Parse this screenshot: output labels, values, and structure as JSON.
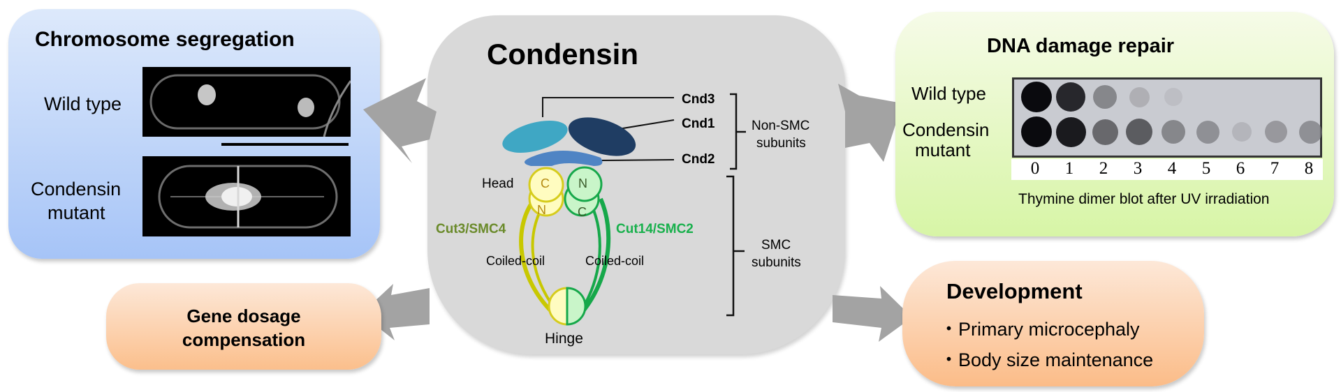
{
  "chromosome_segregation": {
    "title": "Chromosome segregation",
    "row_labels": [
      "Wild type",
      "Condensin",
      "mutant"
    ]
  },
  "condensin": {
    "title": "Condensin",
    "subunits": {
      "cnd3": "Cnd3",
      "cnd1": "Cnd1",
      "cnd2": "Cnd2"
    },
    "non_smc_label": [
      "Non-SMC",
      "subunits"
    ],
    "smc_label": [
      "SMC",
      "subunits"
    ],
    "head_label": "Head",
    "hinge_label": "Hinge",
    "coiled_coil_left": "Coiled-coil",
    "coiled_coil_right": "Coiled-coil",
    "smc4_label": "Cut3/SMC4",
    "smc2_label": "Cut14/SMC2",
    "terminus": {
      "c": "C",
      "n": "N"
    },
    "colors": {
      "cnd3": "#3fa7c4",
      "cnd1": "#1f3d63",
      "cnd2": "#4f84c4",
      "smc4": "#c8c800",
      "smc4_text": "#6a8a2a",
      "smc2": "#16a84a",
      "smc2_text": "#18b04c"
    }
  },
  "dna_damage_repair": {
    "title": "DNA damage repair",
    "row_labels": [
      "Wild type",
      "Condensin",
      "mutant"
    ],
    "lanes": [
      "0",
      "1",
      "2",
      "3",
      "4",
      "5",
      "6",
      "7",
      "8"
    ],
    "caption": "Thymine dimer blot after UV irradiation",
    "wild_type_intensity": [
      1.0,
      0.9,
      0.5,
      0.25,
      0.12,
      0.0,
      0.0,
      0.0,
      0.0
    ],
    "mutant_intensity": [
      1.0,
      0.95,
      0.65,
      0.7,
      0.5,
      0.45,
      0.2,
      0.4,
      0.45
    ]
  },
  "gene_dosage": {
    "title_lines": [
      "Gene dosage",
      "compensation"
    ]
  },
  "development": {
    "title": "Development",
    "items": [
      "・Primary microcephaly",
      "・Body size maintenance"
    ]
  }
}
